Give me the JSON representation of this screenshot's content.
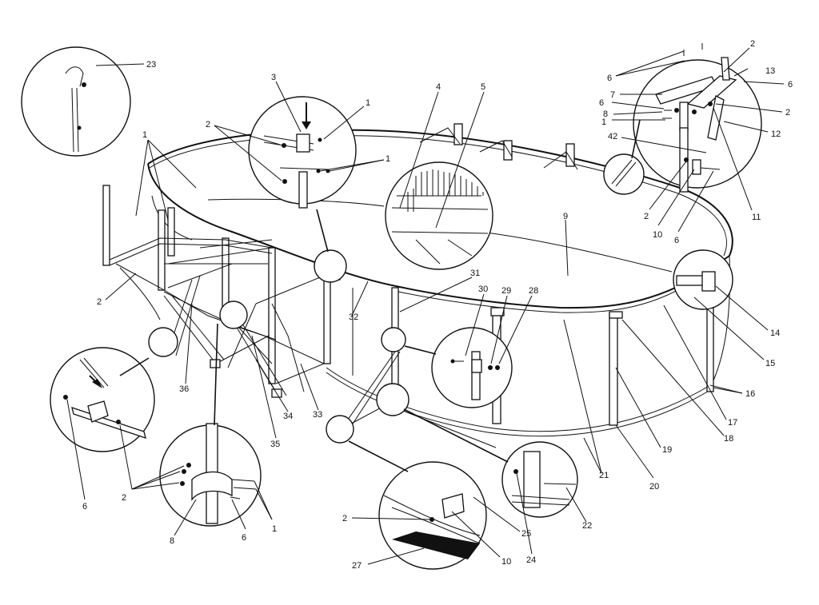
{
  "labels": {
    "l1a": "1",
    "l1b": "1",
    "l1c": "1",
    "l1d": "1",
    "l2a": "2",
    "l2b": "2",
    "l2c": "2",
    "l2d": "2",
    "l2e": "2",
    "l2f": "2",
    "l2g": "2",
    "l3": "3",
    "l4": "4",
    "l5": "5",
    "l6a": "6",
    "l6b": "6",
    "l6c": "6",
    "l6d": "6",
    "l6e": "6",
    "l6f": "6",
    "l7": "7",
    "l8a": "8",
    "l8b": "8",
    "l9": "9",
    "l10a": "10",
    "l10b": "10",
    "l11": "11",
    "l12": "12",
    "l13": "13",
    "l14": "14",
    "l15": "15",
    "l16": "16",
    "l17": "17",
    "l18": "18",
    "l19": "19",
    "l20": "20",
    "l21": "21",
    "l22": "22",
    "l23": "23",
    "l24": "24",
    "l25": "25",
    "l27": "27",
    "l28": "28",
    "l29": "29",
    "l30": "30",
    "l31": "31",
    "l32": "32",
    "l33": "33",
    "l34": "34",
    "l35": "35",
    "l36": "36",
    "l42": "42"
  }
}
